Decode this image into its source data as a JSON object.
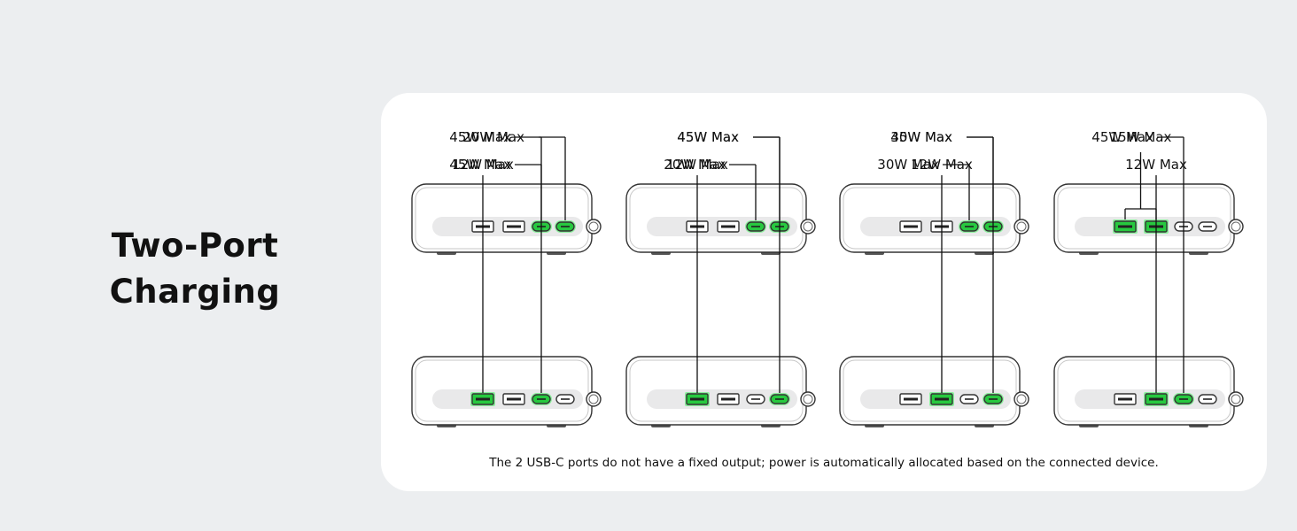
{
  "heading": {
    "line1": "Two-Port",
    "line2": "Charging"
  },
  "note": "The 2 USB-C ports do not have a fixed output; power is automatically allocated based on the connected device.",
  "colors": {
    "active": "#27c93f",
    "highlight_glow": "#8ff0a0",
    "inactive": "#ffffff",
    "outline": "#333333",
    "strip": "#e9e9ea"
  },
  "port_order": [
    "usb-a",
    "usb-a",
    "usb-c",
    "usb-c",
    "power-button"
  ],
  "configs": [
    {
      "labels": [
        {
          "text": "20W Max",
          "port": 3
        },
        {
          "text": "45W Max",
          "port": 2
        }
      ],
      "active_ports": [
        2,
        3
      ]
    },
    {
      "labels": [
        {
          "text": "45W Max",
          "port": 3
        },
        {
          "text": "20W Max",
          "port": 2
        }
      ],
      "active_ports": [
        2,
        3
      ]
    },
    {
      "labels": [
        {
          "text": "30W Max",
          "port": 3
        },
        {
          "text": "30W Max",
          "port": 2
        }
      ],
      "active_ports": [
        2,
        3
      ]
    },
    {
      "labels": [
        {
          "text": "15W Max",
          "ports": [
            0,
            1
          ]
        }
      ],
      "active_ports": [
        0,
        1
      ]
    },
    {
      "labels": [
        {
          "text": "45W Max",
          "port": 2
        },
        {
          "text": "12W Max",
          "port": 0
        }
      ],
      "active_ports": [
        0,
        2
      ]
    },
    {
      "labels": [
        {
          "text": "45W Max",
          "port": 3
        },
        {
          "text": "12W Max",
          "port": 0
        }
      ],
      "active_ports": [
        0,
        3
      ]
    },
    {
      "labels": [
        {
          "text": "45W Max",
          "port": 3
        },
        {
          "text": "12W Max",
          "port": 1
        }
      ],
      "active_ports": [
        1,
        3
      ]
    },
    {
      "labels": [
        {
          "text": "45W Max",
          "port": 2
        },
        {
          "text": "12W Max",
          "port": 1
        }
      ],
      "active_ports": [
        1,
        2
      ]
    }
  ]
}
